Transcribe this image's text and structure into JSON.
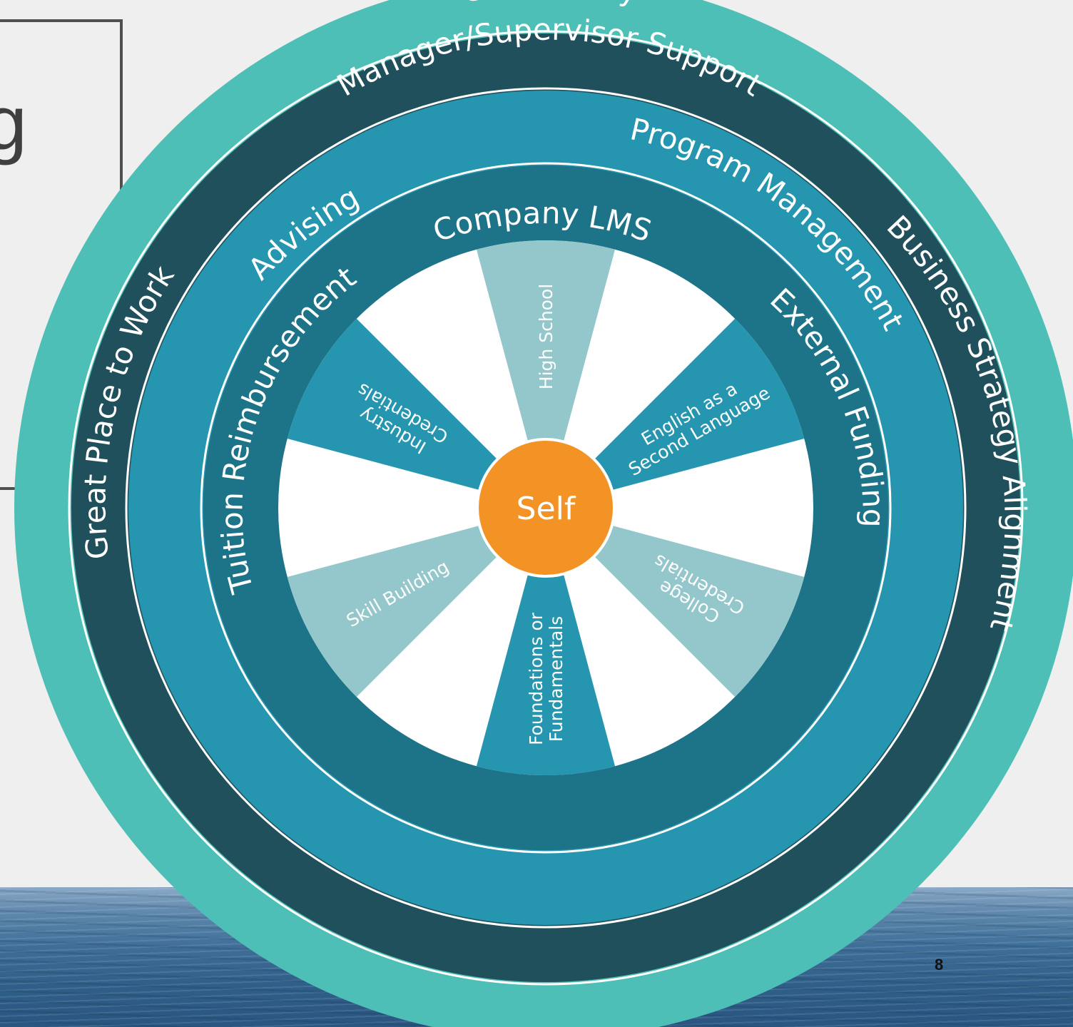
{
  "slide": {
    "title_fragment": "g",
    "page_number": "8"
  },
  "colors": {
    "community_ring": "#4dbfb6",
    "dark_ring": "#21505d",
    "blue_ring": "#2595b0",
    "inner_ring": "#1d7387",
    "segment_light": "#94c7cb",
    "segment_blue": "#2595b0",
    "segment_white": "#ffffff",
    "self_core": "#f39325"
  },
  "diagram": {
    "core": "Self",
    "rings": {
      "community": [
        "Community"
      ],
      "dark": [
        "Manager/Supervisor Support",
        "Great Place to Work",
        "Business Strategy Alignment"
      ],
      "blue": [
        "Advising",
        "Program Management"
      ],
      "inner": [
        "Company LMS",
        "Tuition Reimbursement",
        "External Funding"
      ]
    },
    "segments": [
      {
        "lines": [
          "High School"
        ],
        "fill": "light"
      },
      {
        "lines": [
          "English as a",
          "Second Language"
        ],
        "fill": "blue"
      },
      {
        "lines": [
          "College",
          "Credentials"
        ],
        "fill": "light"
      },
      {
        "lines": [
          "Foundations or",
          "Fundamentals"
        ],
        "fill": "blue"
      },
      {
        "lines": [
          "Skill Building"
        ],
        "fill": "light"
      },
      {
        "lines": [
          "Industry",
          "Credentials"
        ],
        "fill": "blue"
      }
    ]
  }
}
